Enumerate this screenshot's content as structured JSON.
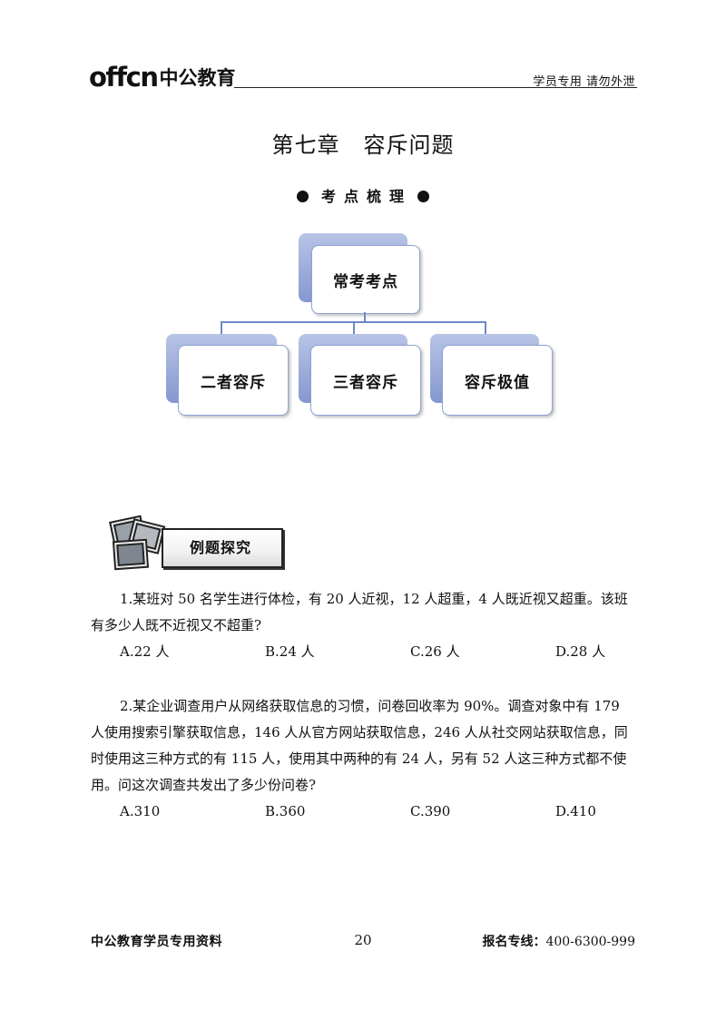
{
  "header": {
    "logo_en": "offcn",
    "logo_cn": "中公教育",
    "right_text": "学员专用 请勿外泄"
  },
  "chapter": {
    "number": "第七章",
    "title": "容斥问题"
  },
  "section_subtitle": "考点梳理",
  "tree": {
    "root": "常考考点",
    "children": [
      "二者容斥",
      "三者容斥",
      "容斥极值"
    ]
  },
  "example_badge": "例题探究",
  "questions": [
    {
      "text": "1.某班对 50 名学生进行体检，有 20 人近视，12 人超重，4 人既近视又超重。该班有多少人既不近视又不超重?",
      "options": [
        "A.22 人",
        "B.24 人",
        "C.26 人",
        "D.28 人"
      ]
    },
    {
      "text": "2.某企业调查用户从网络获取信息的习惯，问卷回收率为 90%。调查对象中有 179 人使用搜索引擎获取信息，146 人从官方网站获取信息，246 人从社交网站获取信息，同时使用这三种方式的有 115 人，使用其中两种的有 24 人，另有 52 人这三种方式都不使用。问这次调查共发出了多少份问卷?",
      "options": [
        "A.310",
        "B.360",
        "C.390",
        "D.410"
      ]
    }
  ],
  "footer": {
    "left": "中公教育学员专用资料",
    "page": "20",
    "right_label": "报名专线：",
    "right_number": "400-6300-999"
  }
}
